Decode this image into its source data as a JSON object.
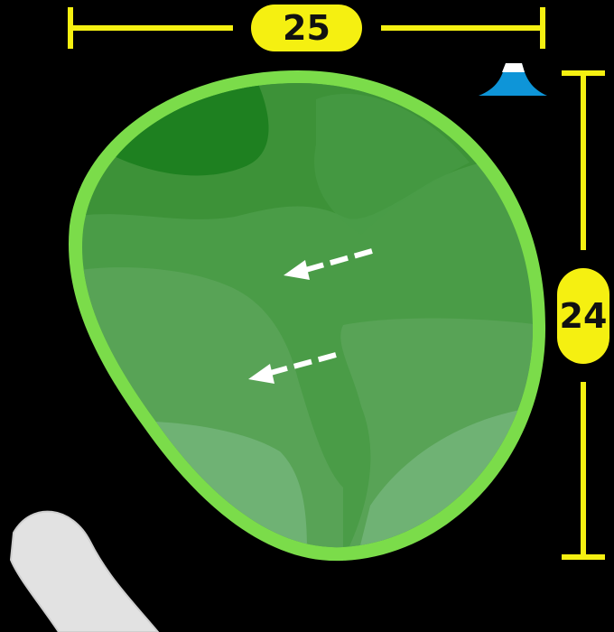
{
  "green": {
    "width_yards": "25",
    "depth_yards": "24",
    "slope_arrows": 2
  },
  "icons": [
    "mountain-icon"
  ],
  "colors": {
    "measure": "#f5f011",
    "fringe": "#7bdc4a",
    "green_dark": "#1e8020",
    "green_light": "#6fb274",
    "bunker": "#e2e2e2",
    "mountain": "#0e95d8"
  }
}
